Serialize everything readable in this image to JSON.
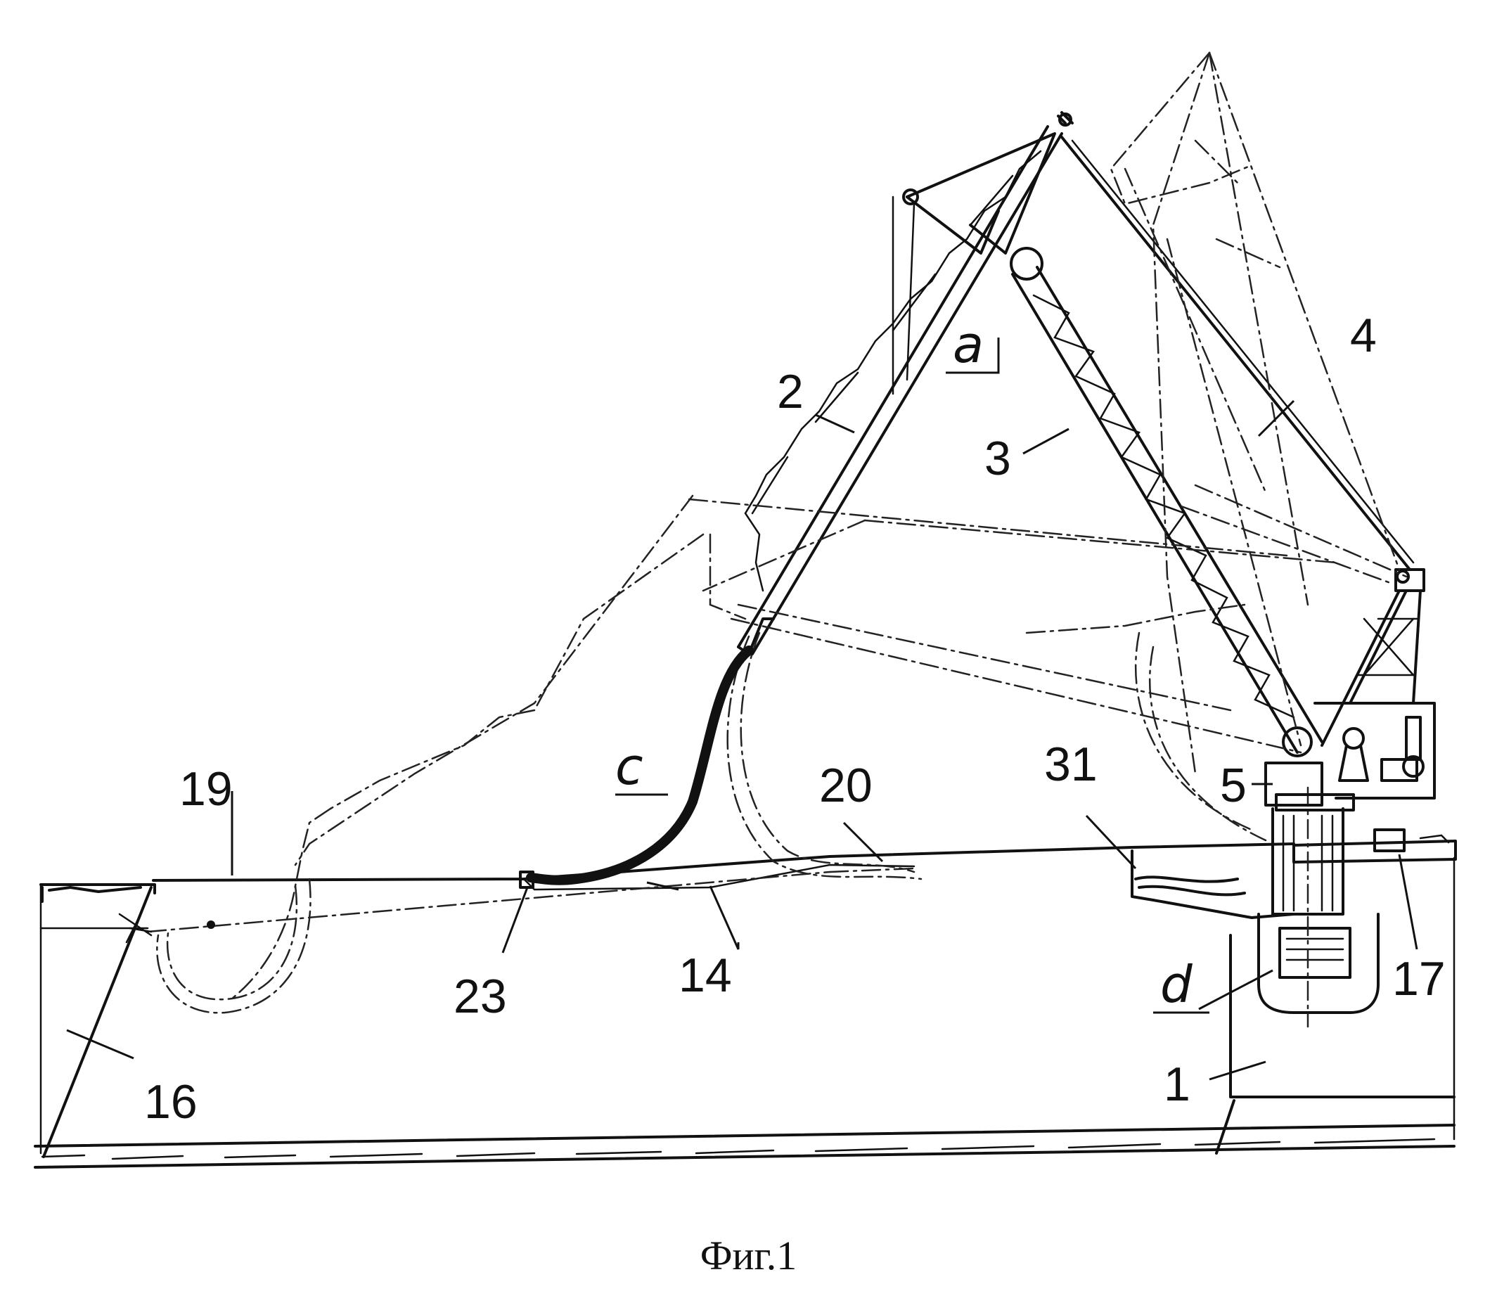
{
  "caption": "Фиг.1",
  "labels": {
    "l1": "1",
    "l2": "2",
    "l3": "3",
    "l4": "4",
    "l5": "5",
    "l14": "14",
    "l16": "16",
    "l17": "17",
    "l19": "19",
    "l20": "20",
    "l23": "23",
    "l31": "31",
    "la": "a",
    "lc": "c",
    "ld": "d"
  }
}
